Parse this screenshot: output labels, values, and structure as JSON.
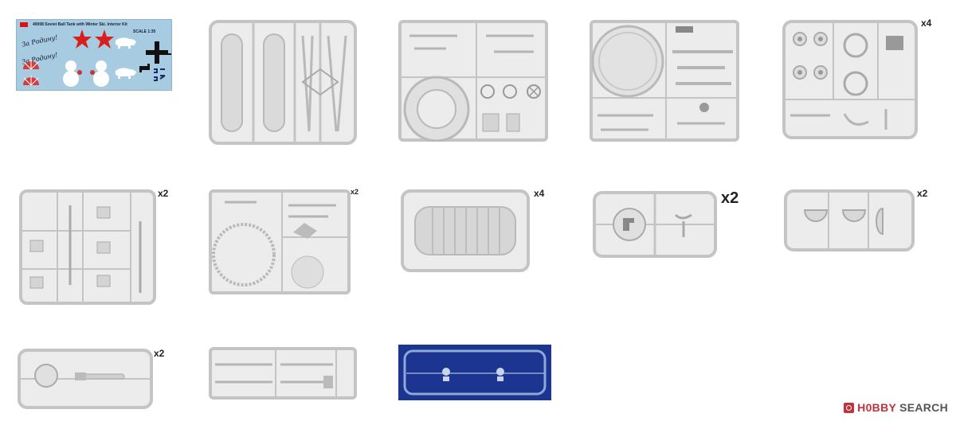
{
  "decal_sheet": {
    "header": "40008 Soviet Ball Tank with Winter Ski. Interior Kit",
    "scale": "SCALE 1:35",
    "slogan_1": "За Родину!",
    "slogan_2": "За Родину!"
  },
  "quantities": {
    "sprue_e": "x4",
    "sprue_f": "x2",
    "sprue_g": "x2",
    "sprue_h": "x4",
    "sprue_i": "x2",
    "sprue_j": "x2",
    "sprue_k": "x2"
  },
  "watermark": {
    "brand_red": "H0BBY",
    "brand_grey": "SEARCH"
  },
  "colors": {
    "sprue_frame": "#c4c4c4",
    "sprue_fill": "#e2e2e2",
    "clear_sprue_bg": "#1c3591",
    "decal_bg": "#a7cbe0",
    "watermark_red": "#c0333c"
  }
}
